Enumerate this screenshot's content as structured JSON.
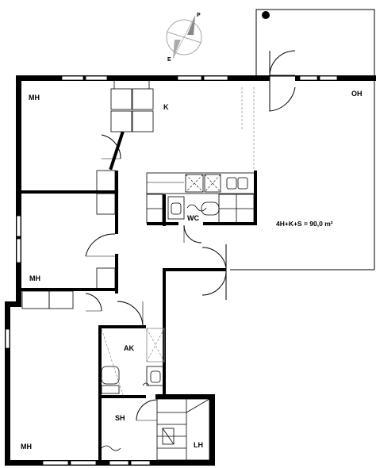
{
  "rooms": {
    "mh_top": "MH",
    "k": "K",
    "oh": "OH",
    "wc": "WC",
    "mh_mid": "MH",
    "ak": "AK",
    "sh": "SH",
    "mh_bottom": "MH",
    "lh": "LH"
  },
  "area": "4H+K+S = 90,0 m²",
  "compass": {
    "north": "P",
    "east": "E"
  }
}
